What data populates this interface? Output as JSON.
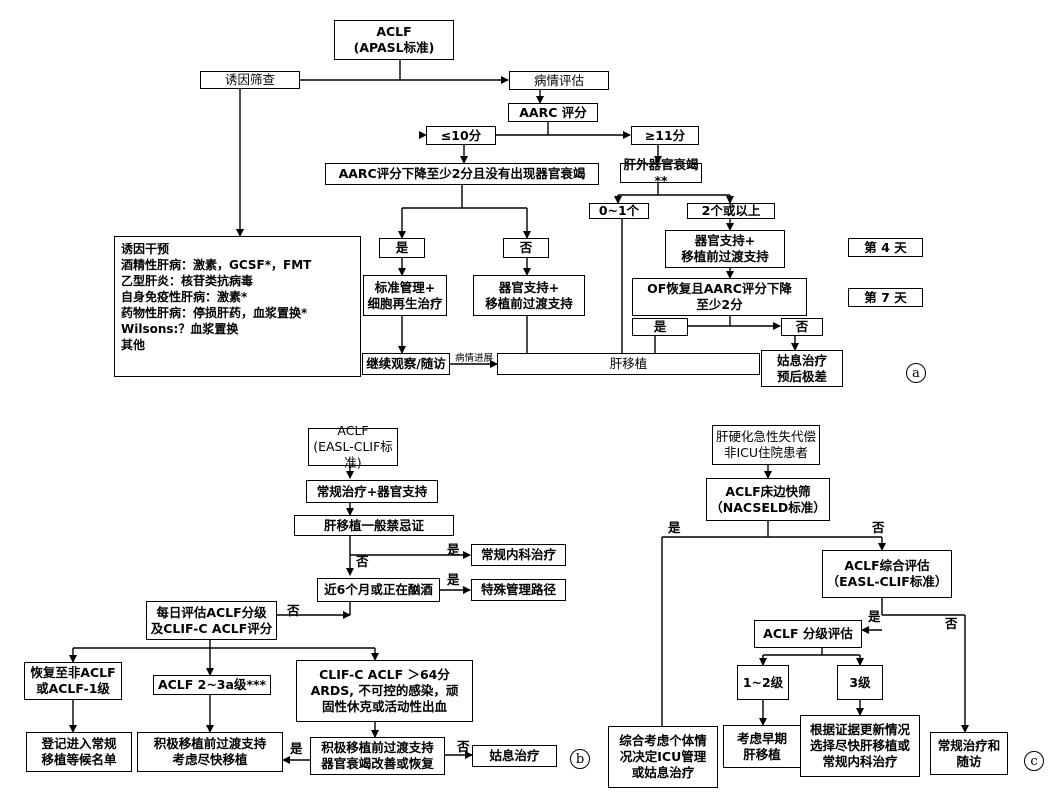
{
  "panel_a": {
    "aclf": "ACLF\n(APASL标准)",
    "screen": "诱因筛查",
    "assess": "病情评估",
    "aarc": "AARC 评分",
    "le10": "≤10分",
    "ge11": "≥11分",
    "drop": "AARC评分下降至少2分且没有出现器官衰竭",
    "extra_of": "肝外器官衰竭**",
    "of01": "0~1个",
    "of2": "2个或以上",
    "yes": "是",
    "no": "否",
    "organ_support_bridge": "器官支持+\n移植前过渡支持",
    "day4": "第 4 天",
    "day7": "第 7 天",
    "of_recover": "OF恢复且AARC评分下降\n至少2分",
    "std_mgmt": "标准管理+\n细胞再生治疗",
    "organ_support_bridge2": "器官支持+\n移植前过渡支持",
    "intervention": "诱因干预\n酒精性肝病：激素，GCSF*，FMT\n乙型肝炎：核苷类抗病毒\n自身免疫性肝病：激素*\n药物性肝病：停损肝药，血浆置换*\nWilsons:？血浆置换\n其他",
    "observe": "继续观察/随访",
    "progress": "病情进展",
    "transplant": "肝移植",
    "palliative": "姑息治疗\n预后极差",
    "label": "a"
  },
  "panel_b": {
    "aclf": "ACLF\n(EASL-CLIF标准)",
    "routine": "常规治疗+器官支持",
    "contra": "肝移植一般禁忌证",
    "yes": "是",
    "no": "否",
    "medical": "常规内科治疗",
    "drinking": "近6个月或正在酗酒",
    "special": "特殊管理路径",
    "daily": "每日评估ACLF分级\n及CLIF-C ACLF评分",
    "recover": "恢复至非ACLF\n或ACLF-1级",
    "grade23": "ACLF 2~3a级***",
    "clif64": "CLIF-C ACLF ＞64分\nARDS, 不可控的感染，顽\n固性休克或活动性出血",
    "waitlist": "登记进入常规\n移植等候名单",
    "bridge_fast": "积极移植前过渡支持\n考虑尽快移植",
    "bridge_improve": "积极移植前过渡支持\n器官衰竭改善或恢复",
    "palliative": "姑息治疗",
    "label": "b"
  },
  "panel_c": {
    "decomp": "肝硬化急性失代偿\n非ICU住院患者",
    "screen": "ACLF床边快筛\n（NACSELD标准）",
    "yes": "是",
    "no": "否",
    "comprehensive": "ACLF综合评估\n（EASL-CLIF标准）",
    "grading": "ACLF 分级评估",
    "g12": "1~2级",
    "g3": "3级",
    "icu": "综合考虑个体情\n况决定ICU管理\n或姑息治疗",
    "early": "考虑早期\n肝移植",
    "evidence": "根据证据更新情况\n选择尽快肝移植或\n常规内科治疗",
    "routine": "常规治疗和\n随访",
    "label": "c"
  }
}
